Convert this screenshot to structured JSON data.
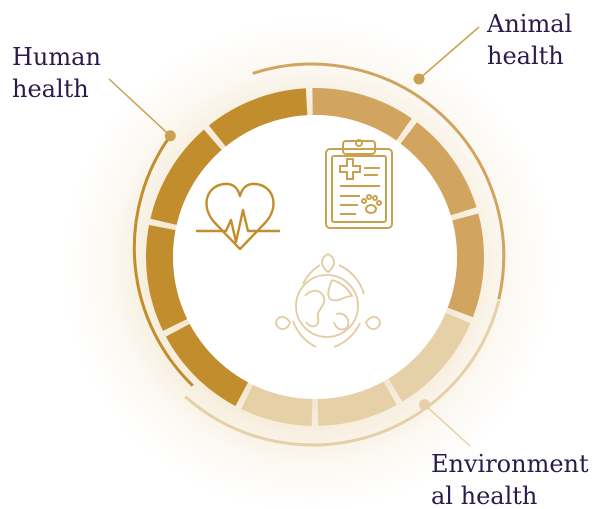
{
  "labels": {
    "human": [
      "Human",
      "health"
    ],
    "animal": [
      "Animal",
      "health"
    ],
    "environmental": [
      "Environment",
      "al health"
    ]
  },
  "colors": {
    "human": "#c28d2c",
    "animal": "#d1a55f",
    "environmental": "#e6d0a8",
    "line": "#c9a24f",
    "text": "#2b1a4c"
  },
  "icons": [
    "heartbeat-icon",
    "clipboard-paw-icon",
    "globe-leaves-icon"
  ]
}
